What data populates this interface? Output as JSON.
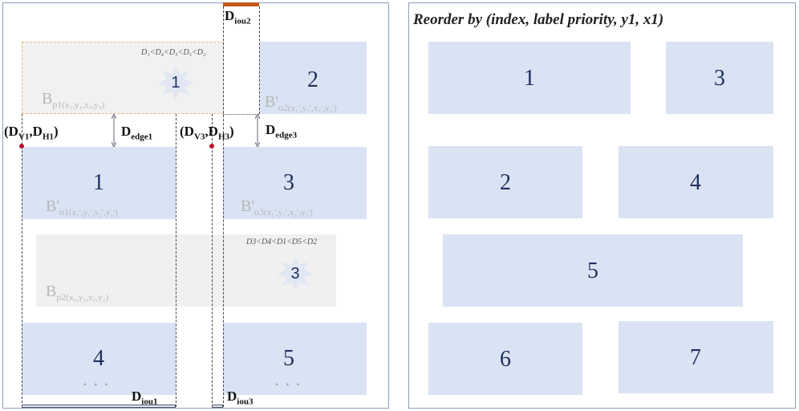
{
  "left_panel": {
    "pred_boxes": [
      {
        "num": "1",
        "label_main": "B",
        "label_sub": "p1",
        "label_args": "(x₁,y₁,x₂,y₂)",
        "order": "D₁<D₄<D₃<D₅<D₂"
      },
      {
        "num": "3",
        "label_main": "B",
        "label_sub": "p2",
        "label_args": "(x₁,y₁,x₂,y₂)",
        "order": "D3<D4<D1<D5<D2"
      }
    ],
    "orig_boxes": [
      {
        "num": "2",
        "label_main": "B'",
        "label_sub": "o2",
        "label_args": "(x₁',y₁',x₂',y₂')"
      },
      {
        "num": "1",
        "label_main": "B'",
        "label_sub": "o1",
        "label_args": "(x₁',y₁',x₂',y₂')"
      },
      {
        "num": "3",
        "label_main": "B'",
        "label_sub": "o3",
        "label_args": "(x₁',y₁',x₂',y₂')"
      },
      {
        "num": "4"
      },
      {
        "num": "5"
      }
    ],
    "labels": {
      "diou2": {
        "main": "D",
        "sub": "iou2"
      },
      "dedge1": {
        "main": "D",
        "sub": "edge1"
      },
      "dedge3": {
        "main": "D",
        "sub": "edge3"
      },
      "dvh1": {
        "main": "(D",
        "sub1": "V1",
        "mid": ",D",
        "sub2": "H1",
        "end": ")"
      },
      "dvh3": {
        "main": "(D",
        "sub1": "V3",
        "mid": ",D",
        "sub2": "H3",
        "end": ")"
      },
      "diou1": {
        "main": "D",
        "sub": "iou1"
      },
      "diou3": {
        "main": "D",
        "sub": "iou3"
      }
    },
    "ellipsis_1": "• • •",
    "ellipsis_2": "• • •"
  },
  "right_panel": {
    "title": "Reorder by (index, label priority, y1, x1)",
    "boxes": [
      "1",
      "3",
      "2",
      "4",
      "5",
      "6",
      "7"
    ]
  },
  "colors": {
    "box": "#d9e3f3",
    "pred": "#f0f0f0",
    "dot": "#c0102a",
    "bar": "#c05a1a"
  }
}
